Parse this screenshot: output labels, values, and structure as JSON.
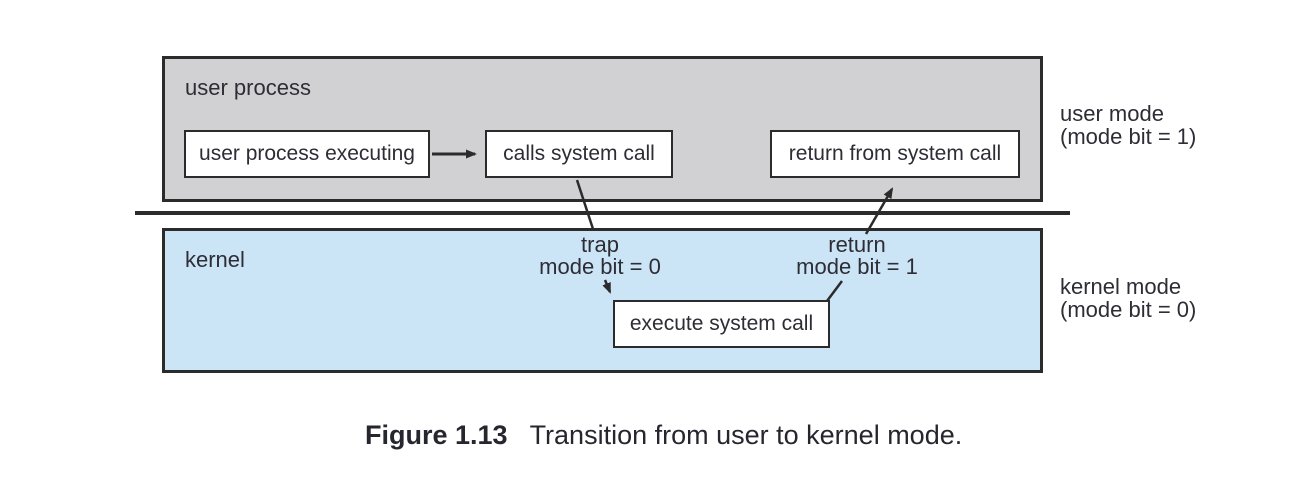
{
  "figure": {
    "user_panel": {
      "label": "user process"
    },
    "kernel_panel": {
      "label": "kernel"
    },
    "boxes": {
      "user_process_executing": "user process executing",
      "calls_system_call": "calls system call",
      "return_from_system_call": "return from system call",
      "execute_system_call": "execute system call"
    },
    "annotations": {
      "trap_line1": "trap",
      "trap_line2": "mode bit = 0",
      "return_line1": "return",
      "return_line2": "mode bit = 1"
    },
    "side_labels": {
      "user_mode_line1": "user mode",
      "user_mode_line2": "(mode bit = 1)",
      "kernel_mode_line1": "kernel mode",
      "kernel_mode_line2": "(mode bit = 0)"
    },
    "colors": {
      "user_panel_fill": "#d1d1d3",
      "kernel_panel_fill": "#cbe5f7",
      "line": "#2b2b2b"
    }
  },
  "caption": {
    "label": "Figure 1.13",
    "text": "Transition from user to kernel mode."
  }
}
